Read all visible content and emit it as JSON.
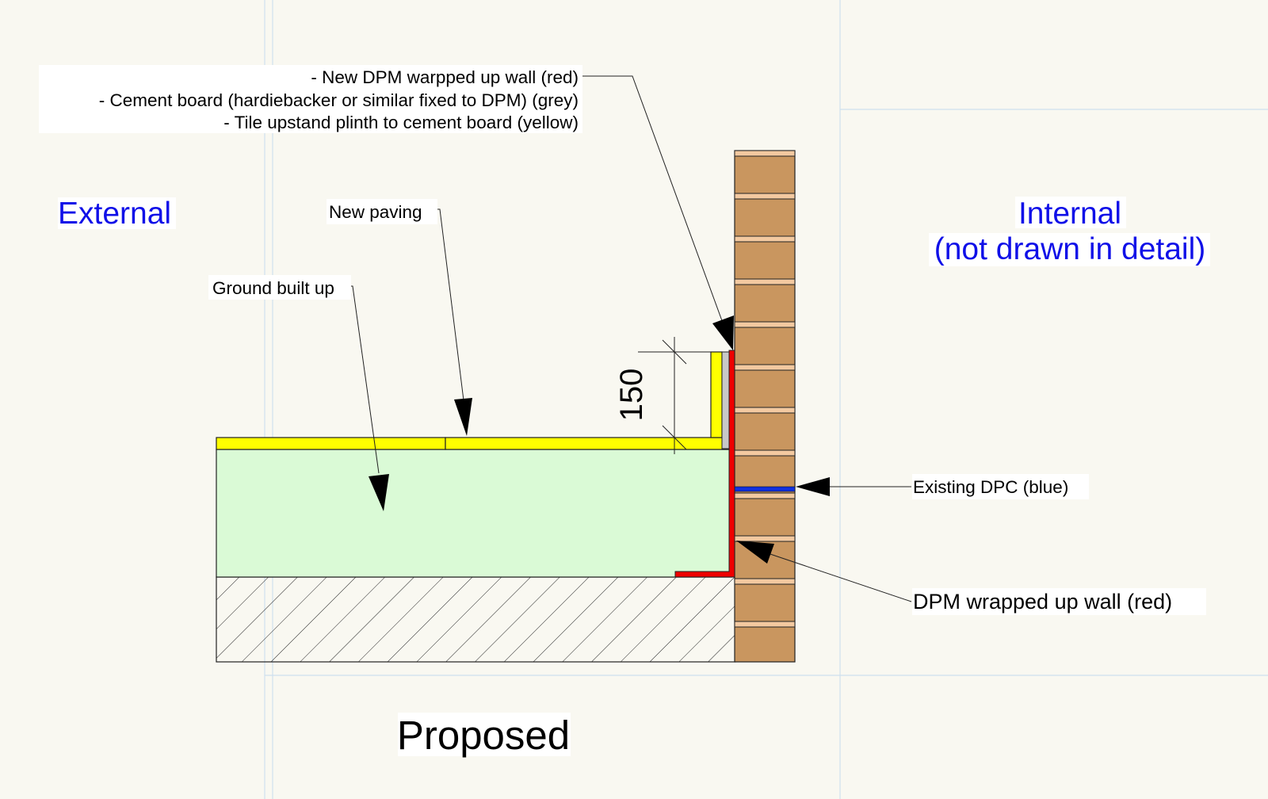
{
  "labels": {
    "external": "External",
    "internal_line1": "Internal",
    "internal_line2": "(not drawn in detail)",
    "proposed": "Proposed"
  },
  "callouts": {
    "dpm_line1": "- New DPM warpped up wall (red)",
    "dpm_line2": "- Cement board (hardiebacker or similar fixed to DPM) (grey)",
    "dpm_line3": "- Tile upstand plinth to cement board (yellow)",
    "new_paving": "New paving",
    "ground_built_up": "Ground built up",
    "existing_dpc": "Existing DPC (blue)",
    "dpm_wrapped": "DPM wrapped up wall (red)"
  },
  "dimension": {
    "value": "150"
  },
  "colors": {
    "background": "#f9f8f1",
    "grid_line": "#cfe0ee",
    "annotation_blue": "#1010e8",
    "paving_yellow": "#ffff00",
    "ground_green": "#dafad6",
    "brick": "#c9965f",
    "mortar": "#f3c9a0",
    "dpm_red": "#ee0000",
    "dpc_blue": "#1030e0",
    "cement_board_grey": "#c8c8c8"
  }
}
